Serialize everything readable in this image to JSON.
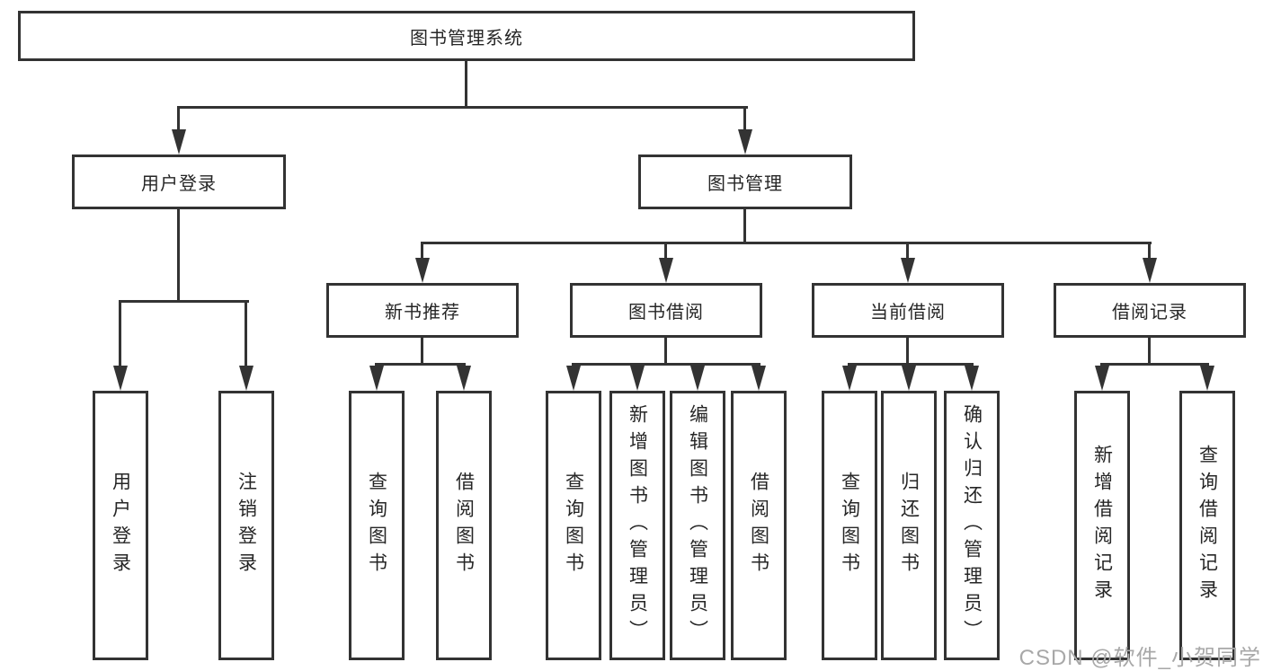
{
  "diagram": {
    "root": "图书管理系统",
    "level2": [
      "用户登录",
      "图书管理"
    ],
    "level3": [
      "新书推荐",
      "图书借阅",
      "当前借阅",
      "借阅记录"
    ],
    "leaves": {
      "login": [
        "用户登录",
        "注销登录"
      ],
      "recommend": [
        "查询图书",
        "借阅图书"
      ],
      "borrow": [
        "查询图书",
        "新增图书（管理员）",
        "编辑图书（管理员）",
        "借阅图书"
      ],
      "current": [
        "查询图书",
        "归还图书",
        "确认归还（管理员）"
      ],
      "records": [
        "新增借阅记录",
        "查询借阅记录"
      ]
    }
  },
  "watermark": "CSDN @软件_小贺同学",
  "colors": {
    "line": "#333333",
    "text": "#262626",
    "watermark": "#a8a8a8",
    "background": "#ffffff"
  }
}
